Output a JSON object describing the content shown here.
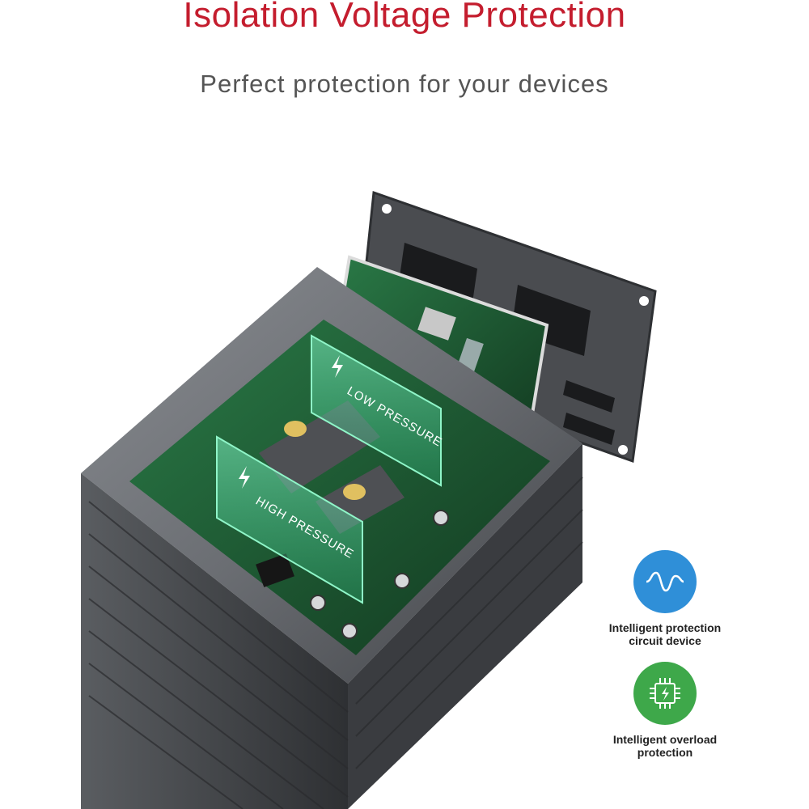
{
  "header": {
    "title": "Isolation Voltage Protection",
    "subtitle": "Perfect protection for your devices"
  },
  "panels": {
    "low_label": "LOW PRESSURE",
    "high_label": "HIGH PRESSURE"
  },
  "features": [
    {
      "icon": "wave-icon",
      "color": "#2f8fd8",
      "caption_line1": "Intelligent protection",
      "caption_line2": "circuit device"
    },
    {
      "icon": "chip-icon",
      "color": "#3ea84a",
      "caption_line1": "Intelligent overload",
      "caption_line2": "protection"
    }
  ],
  "colors": {
    "title": "#c41d2e",
    "housing": "#6b6e73",
    "pcb": "#1f5a36",
    "panel_glow": "#5fe0a0"
  }
}
